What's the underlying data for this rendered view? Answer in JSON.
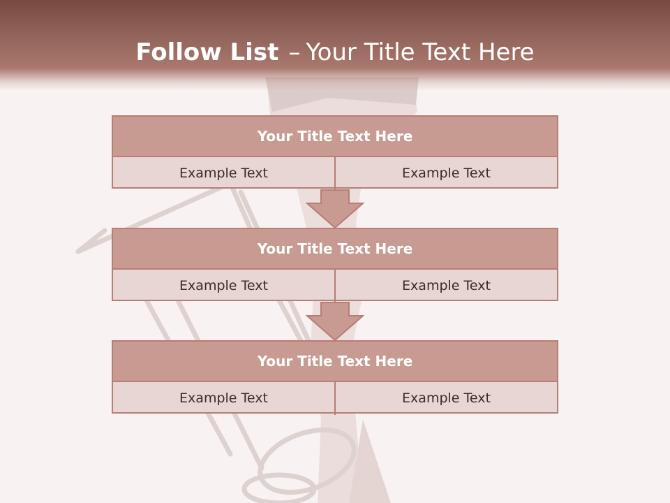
{
  "header": {
    "title_bold": "Follow List",
    "separator": "–",
    "title_rest": "Your Title Text Here"
  },
  "blocks": [
    {
      "title": "Your Title Text Here",
      "cells": [
        "Example Text",
        "Example Text"
      ]
    },
    {
      "title": "Your Title Text Here",
      "cells": [
        "Example Text",
        "Example Text"
      ]
    },
    {
      "title": "Your Title Text Here",
      "cells": [
        "Example Text",
        "Example Text"
      ]
    }
  ],
  "colors": {
    "header": "#8f6158",
    "block_title": "#c79a92",
    "block_body": "#e8d6d4",
    "border": "#b87d74",
    "arrow": "#c79a92"
  },
  "icons": [
    "down-arrow-icon",
    "down-arrow-icon"
  ]
}
